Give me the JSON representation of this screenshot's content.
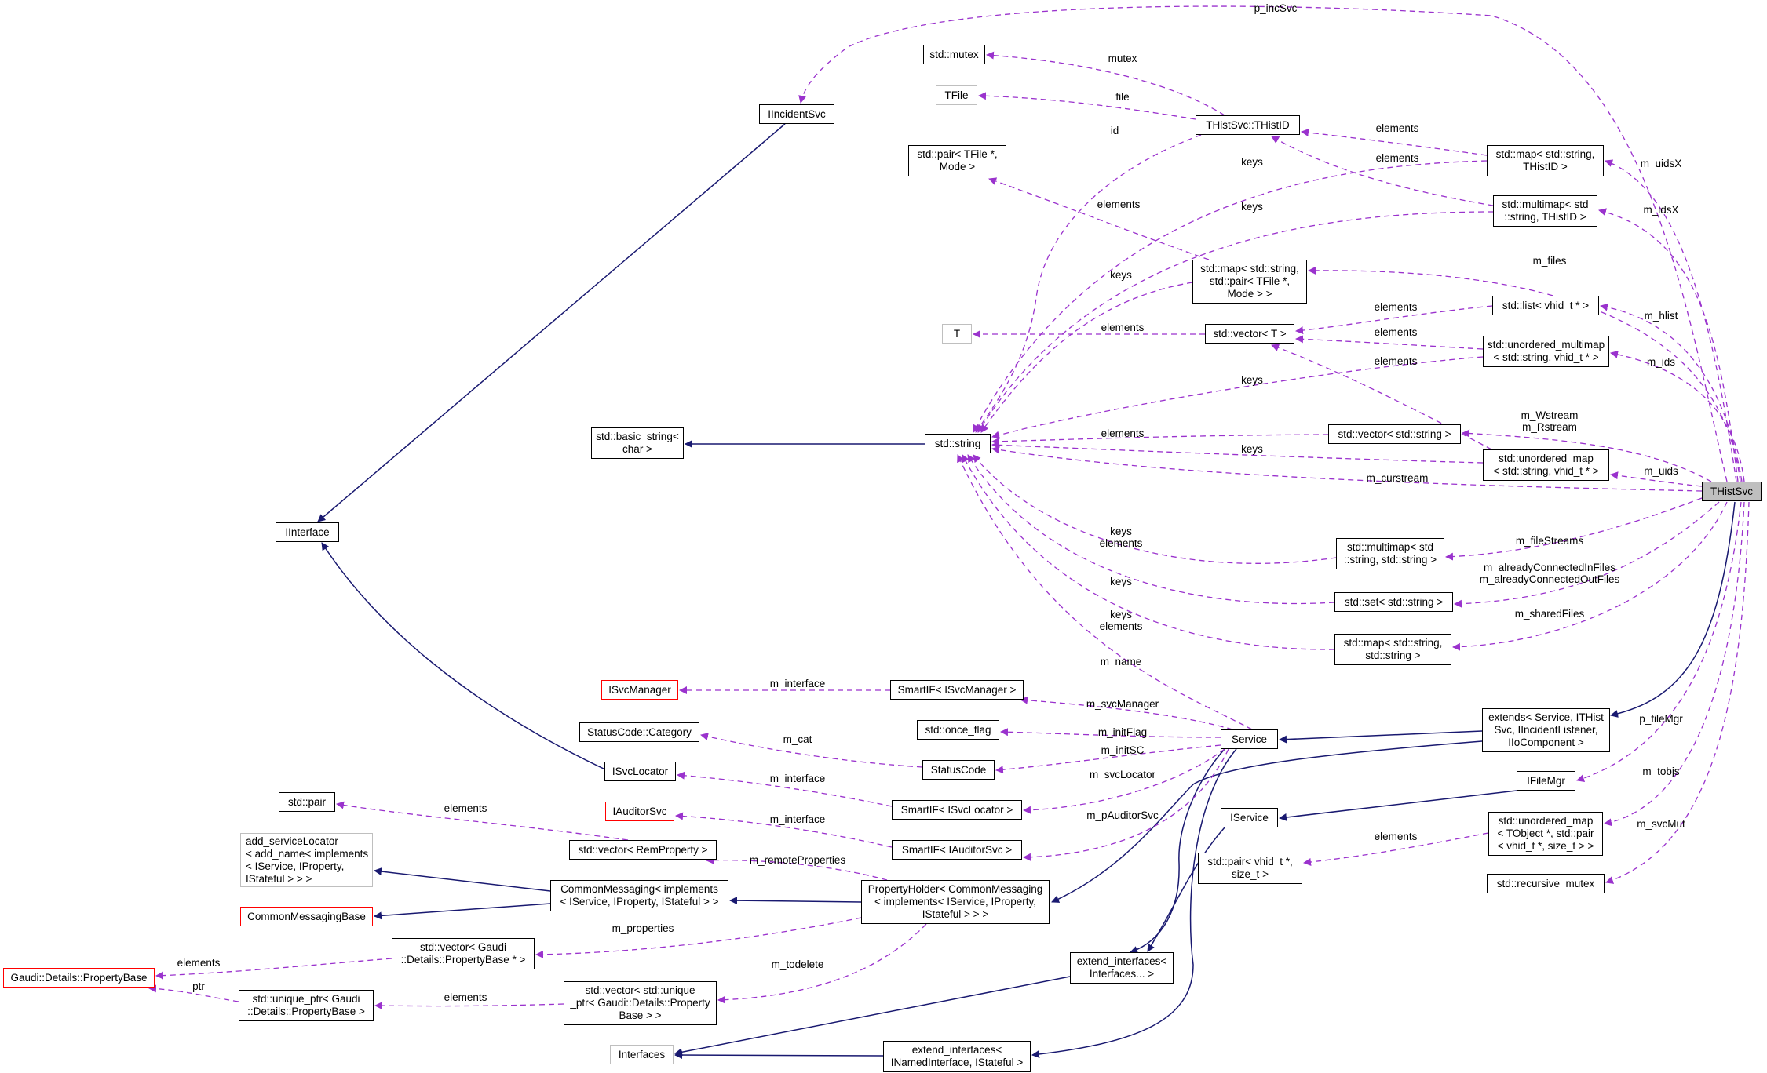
{
  "colors": {
    "inherit": "#191970",
    "usage": "#9a32cd",
    "node_border": "#000000",
    "node_gray": "#bfbfbf",
    "node_red": "#ff0000",
    "highlight": "#bfbfbf"
  },
  "nodes": {
    "thistsvc": "THistSvc",
    "iincidentsvc": "IIncidentSvc",
    "interface": "IInterface",
    "basic_string": "std::basic_string<\nchar >",
    "string": "std::string",
    "mutex": "std::mutex",
    "tfile": "TFile",
    "pair_tfile": "std::pair< TFile *,\nMode >",
    "t": "T",
    "thistid": "THistSvc::THistID",
    "map_thistid": "std::map< std::string,\nTHistID >",
    "multimap_thistid": "std::multimap< std\n::string, THistID >",
    "map_pair_tfile": "std::map< std::string,\nstd::pair< TFile *,\nMode > >",
    "vector_t": "std::vector< T >",
    "list_vhid": "std::list< vhid_t * >",
    "umultimap_vhid": "std::unordered_multimap\n< std::string, vhid_t * >",
    "vector_string": "std::vector< std::string >",
    "umap_vhid": "std::unordered_map\n< std::string, vhid_t * >",
    "multimap_string": "std::multimap< std\n::string, std::string >",
    "set_string": "std::set< std::string >",
    "map_string": "std::map< std::string,\nstd::string >",
    "isvcmanager": "ISvcManager",
    "smartif_svcmanager": "SmartIF< ISvcManager >",
    "once_flag": "std::once_flag",
    "statuscode_category": "StatusCode::Category",
    "statuscode": "StatusCode",
    "isvclocator": "ISvcLocator",
    "smartif_svclocator": "SmartIF< ISvcLocator >",
    "iauditorsvc": "IAuditorSvc",
    "smartif_auditorsvc": "SmartIF< IAuditorSvc >",
    "std_pair": "std::pair",
    "vector_remproperty": "std::vector< RemProperty >",
    "add_servicelocator": "add_serviceLocator\n< add_name< implements\n< IService, IProperty,\nIStateful > > >",
    "commonmessaging": "CommonMessaging< implements\n< IService, IProperty, IStateful > >",
    "commonmessagingbase": "CommonMessagingBase",
    "propertyholder": "PropertyHolder< CommonMessaging\n< implements< IService, IProperty,\nIStateful > > >",
    "vector_propertybase": "std::vector< Gaudi\n::Details::PropertyBase * >",
    "propertybase": "Gaudi::Details::PropertyBase",
    "unique_ptr_propertybase": "std::unique_ptr< Gaudi\n::Details::PropertyBase >",
    "vector_unique_ptr": "std::vector< std::unique\n_ptr< Gaudi::Details::Property\nBase > >",
    "interfaces": "Interfaces",
    "service": "Service",
    "iservice": "IService",
    "extends": "extends< Service, ITHist\nSvc, IIncidentListener,\nIIoComponent >",
    "ifilemgr": "IFileMgr",
    "umap_tobject": "std::unordered_map\n< TObject *, std::pair\n< vhid_t *, size_t > >",
    "pair_vhid": "std::pair< vhid_t *,\nsize_t >",
    "recursive_mutex": "std::recursive_mutex",
    "extend_interfaces": "extend_interfaces<\nInterfaces... >",
    "extend_interfaces2": "extend_interfaces<\nINamedInterface, IStateful >"
  },
  "labels": {
    "p_incsvc": "p_incSvc",
    "mutex": "mutex",
    "file": "file",
    "id": "id",
    "elements_map_thistid": "elements",
    "elements_multimap_thistid": "elements",
    "keys_map_thistid": "keys",
    "keys_multimap_thistid": "keys",
    "elements_pair_tfile": "elements",
    "keys_map_pair": "keys",
    "elements_t": "elements",
    "elements_list": "elements",
    "elements_umultimap": "elements",
    "elements_umap": "elements",
    "keys_umultimap": "keys",
    "elements_vector_string": "elements",
    "keys_umap": "keys",
    "m_curstream": "m_curstream",
    "keys_elements_multimap": "keys\nelements",
    "keys_set": "keys",
    "keys_elements_map": "keys\nelements",
    "m_name": "m_name",
    "m_uidsx": "m_uidsX",
    "m_idsx": "m_idsX",
    "m_files": "m_files",
    "m_hlist": "m_hlist",
    "m_ids": "m_ids",
    "m_wstream": "m_Wstream\nm_Rstream",
    "m_uids": "m_uids",
    "m_filestreams": "m_fileStreams",
    "m_already": "m_alreadyConnectedInFiles\nm_alreadyConnectedOutFiles",
    "m_sharedfiles": "m_sharedFiles",
    "p_filemgr": "p_fileMgr",
    "m_tobjs": "m_tobjs",
    "m_svcmut": "m_svcMut",
    "m_interface1": "m_interface",
    "m_svcmanager": "m_svcManager",
    "m_initflag": "m_initFlag",
    "m_initsc": "m_initSC",
    "m_cat": "m_cat",
    "m_interface2": "m_interface",
    "m_svclocator": "m_svcLocator",
    "m_interface3": "m_interface",
    "m_pauditorsvc": "m_pAuditorSvc",
    "elements_pair": "elements",
    "m_remoteproperties": "m_remoteProperties",
    "m_properties": "m_properties",
    "elements_propertybase": "elements",
    "ptr": "ptr",
    "m_todelete": "m_todelete",
    "elements_unique": "elements",
    "elements_pair_vhid": "elements"
  }
}
